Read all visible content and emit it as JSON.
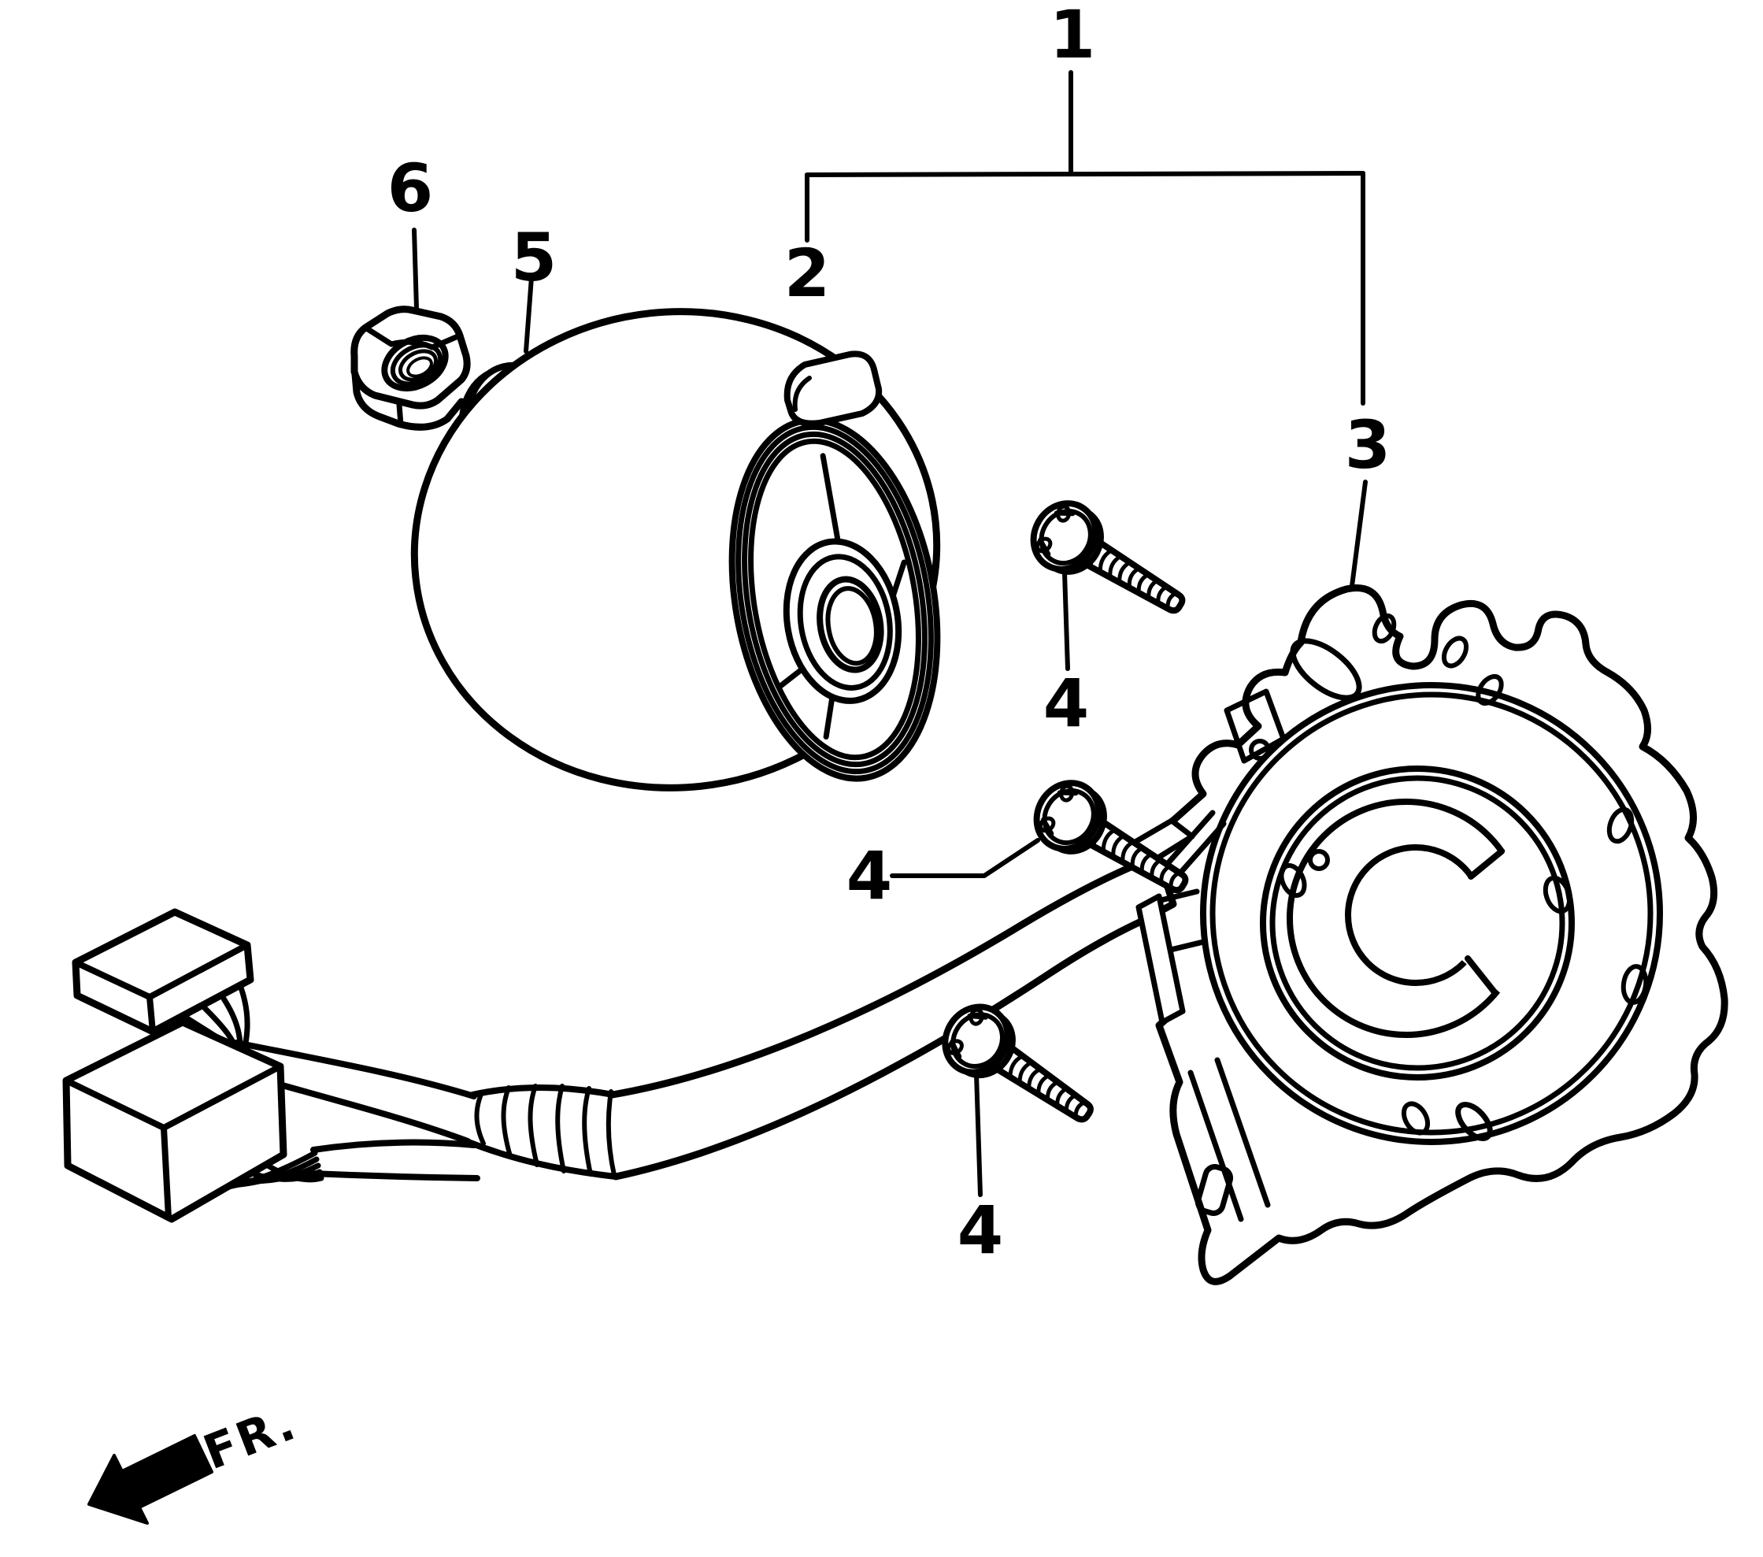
{
  "diagram": {
    "background_color": "#ffffff",
    "line_color": "#000000",
    "direction_label": "FR.",
    "callouts": [
      {
        "ref": "1",
        "part": "generator-assembly"
      },
      {
        "ref": "2",
        "part": "flywheel-rotor"
      },
      {
        "ref": "3",
        "part": "stator-base-plate"
      },
      {
        "ref": "4",
        "part": "flange-bolt-top"
      },
      {
        "ref": "4",
        "part": "flange-bolt-middle"
      },
      {
        "ref": "4",
        "part": "flange-bolt-bottom"
      },
      {
        "ref": "5",
        "part": "washer"
      },
      {
        "ref": "6",
        "part": "hex-nut"
      }
    ]
  }
}
